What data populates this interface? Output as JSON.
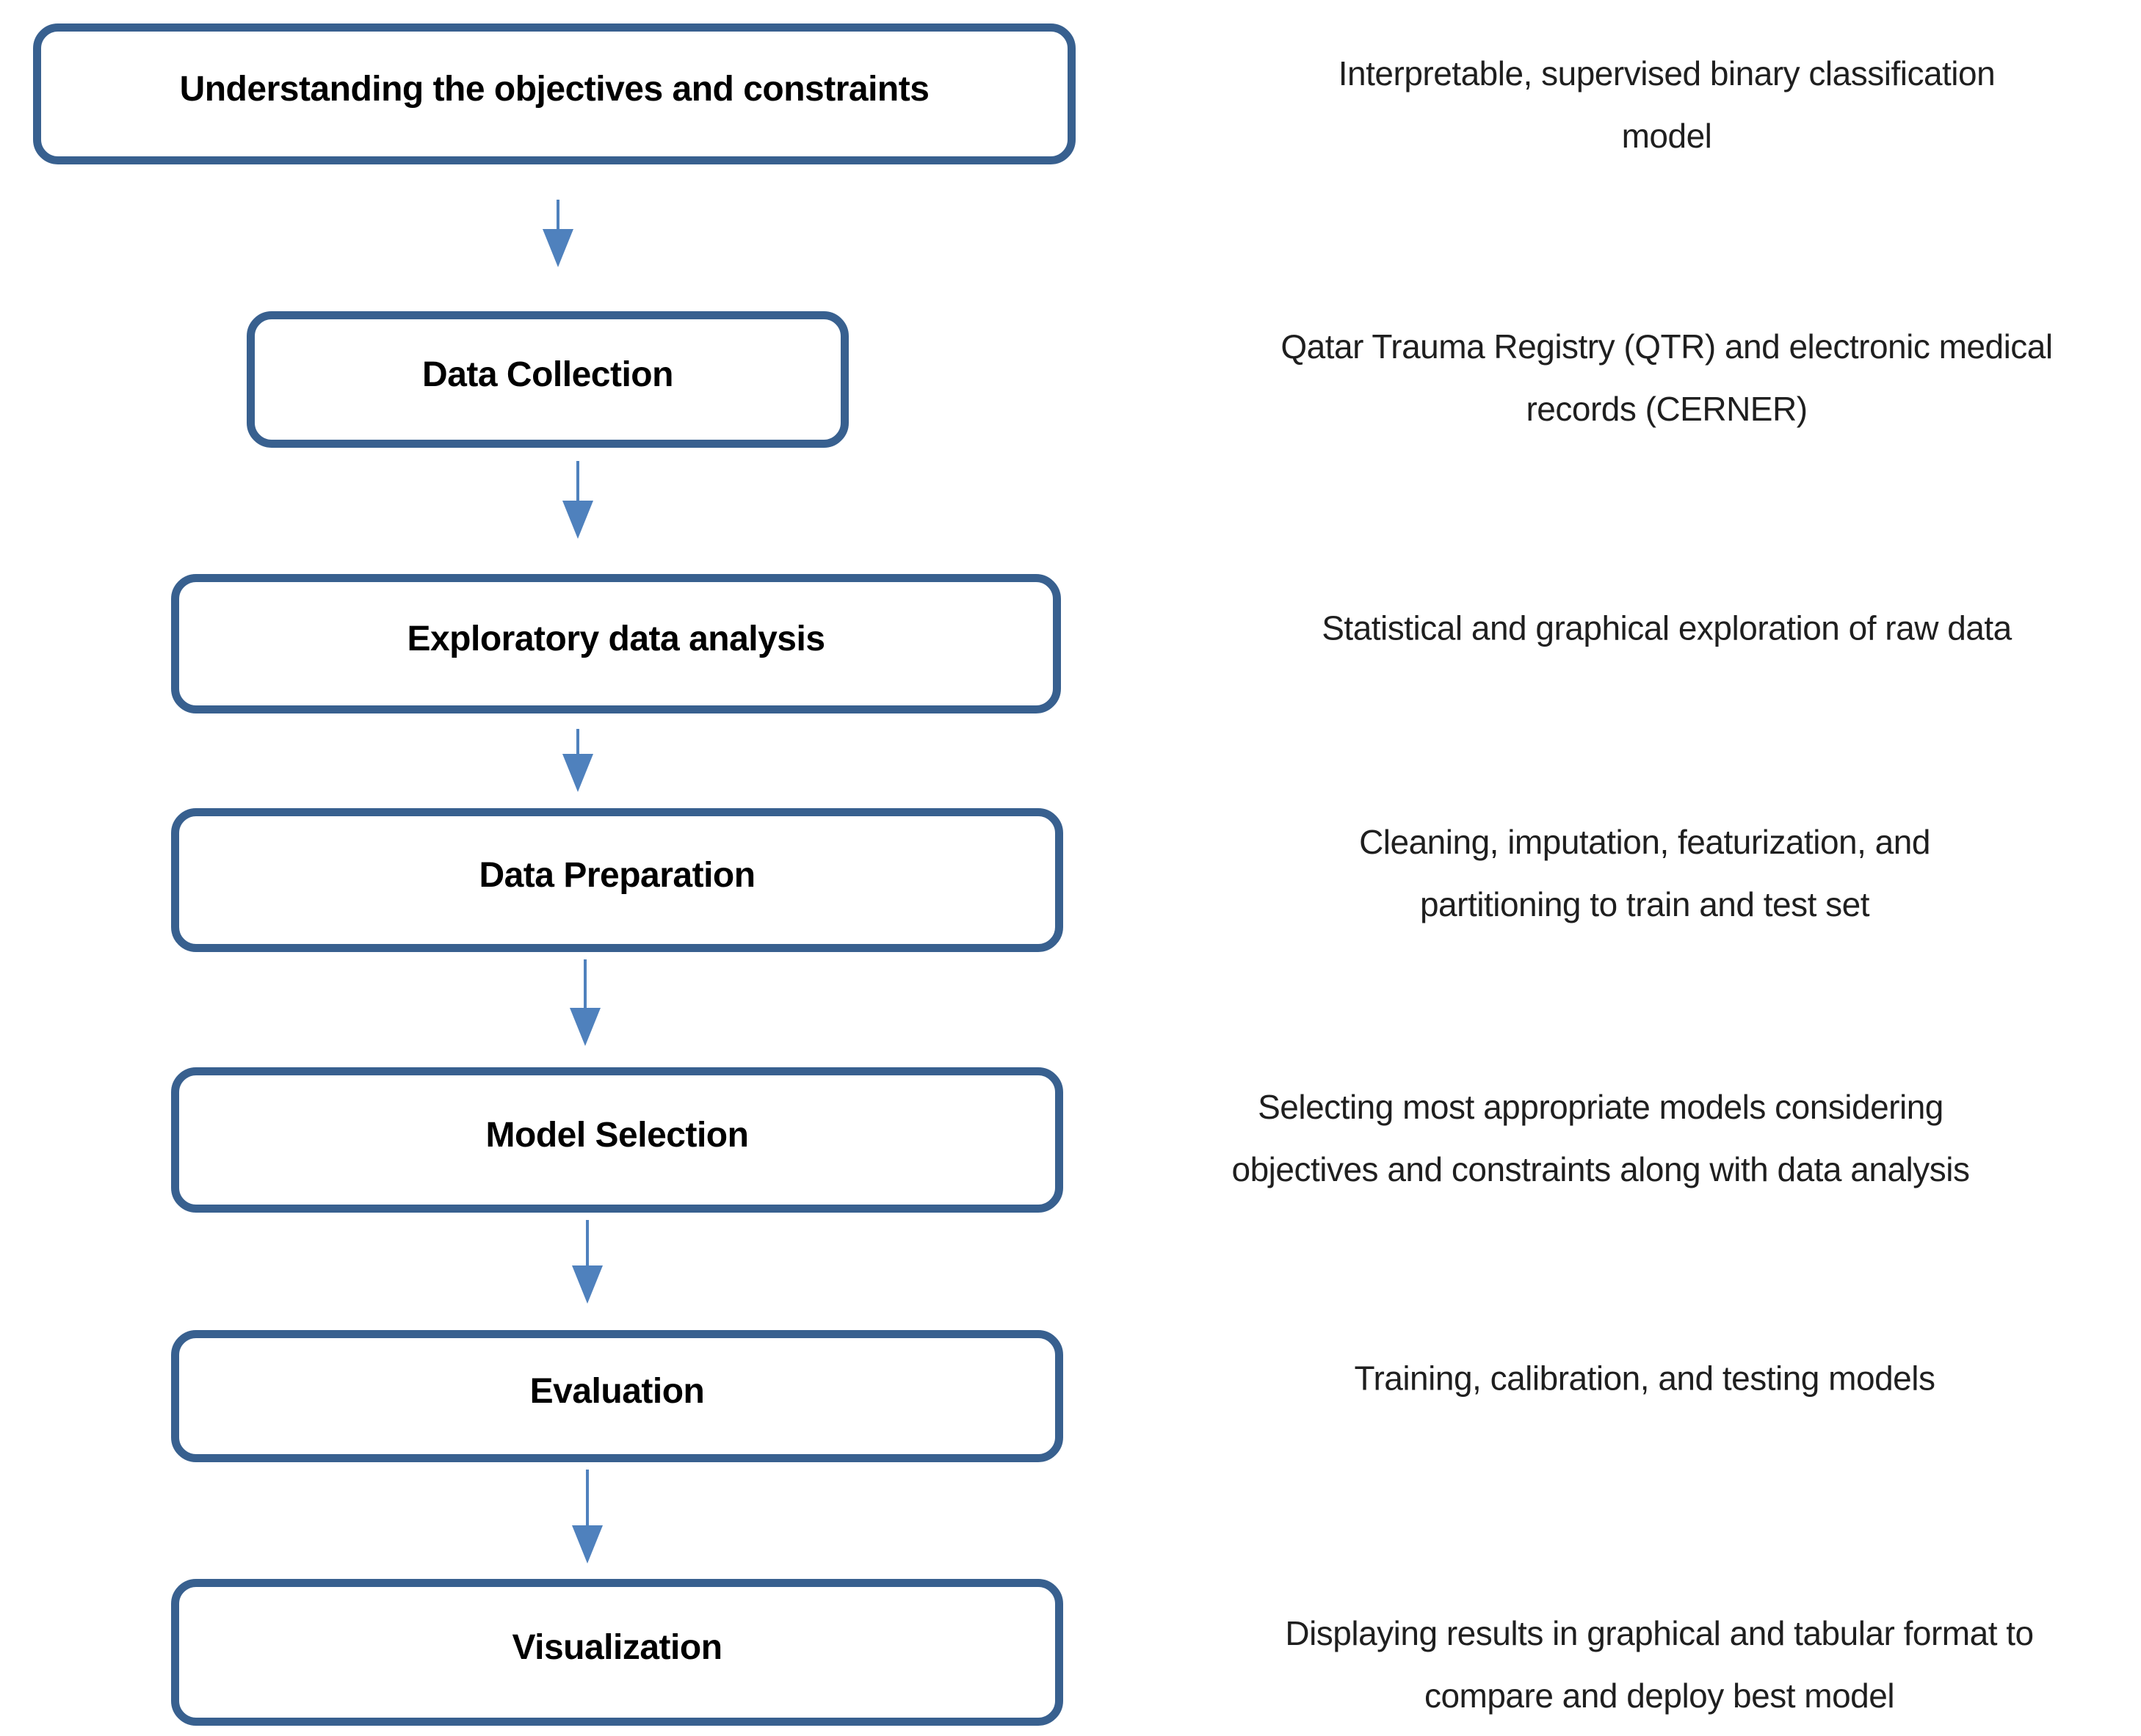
{
  "flowchart": {
    "steps": [
      {
        "label": "Understanding the objectives and constraints",
        "description": "Interpretable, supervised binary classification\nmodel"
      },
      {
        "label": "Data Collection",
        "description": "Qatar Trauma Registry (QTR) and electronic medical\nrecords (CERNER)"
      },
      {
        "label": "Exploratory data analysis",
        "description": "Statistical and graphical exploration of raw data"
      },
      {
        "label": "Data Preparation",
        "description": "Cleaning, imputation, featurization, and\npartitioning to train and test set"
      },
      {
        "label": "Model Selection",
        "description": "Selecting most appropriate models considering\nobjectives and constraints along with data analysis"
      },
      {
        "label": "Evaluation",
        "description": "Training, calibration, and testing models"
      },
      {
        "label": "Visualization",
        "description": "Displaying results in graphical and tabular format to\ncompare and deploy best model"
      }
    ],
    "icons": {
      "flow_arrow": "arrow-down"
    },
    "colors": {
      "box_border": "#38608F",
      "arrow": "#4F81BD",
      "text": "#1F1F1F",
      "background": "#FFFFFF"
    }
  }
}
